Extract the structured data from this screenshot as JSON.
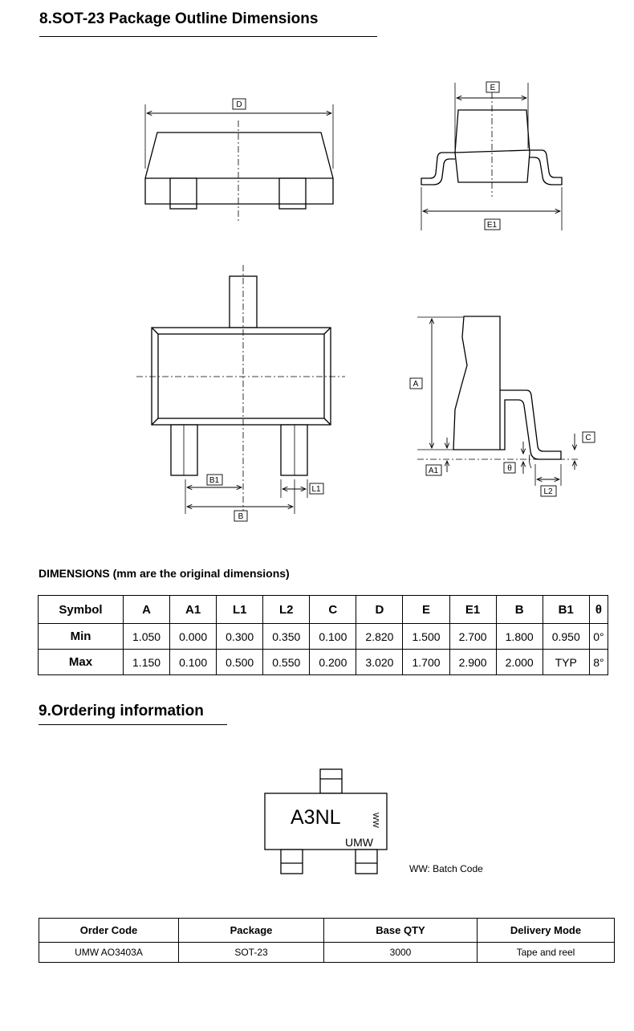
{
  "section8": {
    "title": "8.SOT-23 Package Outline Dimensions"
  },
  "drawing_labels": {
    "D": "D",
    "E": "E",
    "E1": "E1",
    "A": "A",
    "A1": "A1",
    "B": "B",
    "B1": "B1",
    "L1": "L1",
    "L2": "L2",
    "C": "C",
    "theta": "θ"
  },
  "dimensions": {
    "title": "DIMENSIONS (mm are the original dimensions)",
    "headers": [
      "Symbol",
      "A",
      "A1",
      "L1",
      "L2",
      "C",
      "D",
      "E",
      "E1",
      "B",
      "B1",
      "θ"
    ],
    "rows": [
      [
        "Min",
        "1.050",
        "0.000",
        "0.300",
        "0.350",
        "0.100",
        "2.820",
        "1.500",
        "2.700",
        "1.800",
        "0.950",
        "0°"
      ],
      [
        "Max",
        "1.150",
        "0.100",
        "0.500",
        "0.550",
        "0.200",
        "3.020",
        "1.700",
        "2.900",
        "2.000",
        "TYP",
        "8°"
      ]
    ]
  },
  "section9": {
    "title": "9.Ordering information"
  },
  "marking": {
    "code": "A3NL",
    "batch": "WW",
    "brand": "UMW",
    "note": "WW: Batch Code"
  },
  "ordering": {
    "headers": [
      "Order Code",
      "Package",
      "Base QTY",
      "Delivery Mode"
    ],
    "rows": [
      [
        "UMW AO3403A",
        "SOT-23",
        "3000",
        "Tape and reel"
      ]
    ]
  }
}
